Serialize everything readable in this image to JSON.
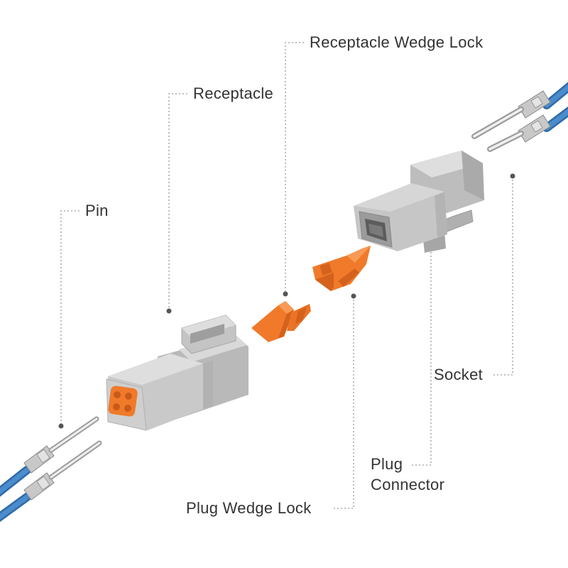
{
  "labels": {
    "receptacle_wedge_lock": "Receptacle Wedge Lock",
    "receptacle": "Receptacle",
    "pin": "Pin",
    "socket": "Socket",
    "plug_connector_line1": "Plug",
    "plug_connector_line2": "Connector",
    "plug_wedge_lock": "Plug Wedge Lock"
  },
  "colors": {
    "housing_gray": "#c9c9c9",
    "housing_gray_dark": "#a9a9a9",
    "wedge_orange": "#f07a2a",
    "wire_blue": "#3f7fc0",
    "leader_line": "#9a9a9a",
    "label_text": "#333333"
  }
}
